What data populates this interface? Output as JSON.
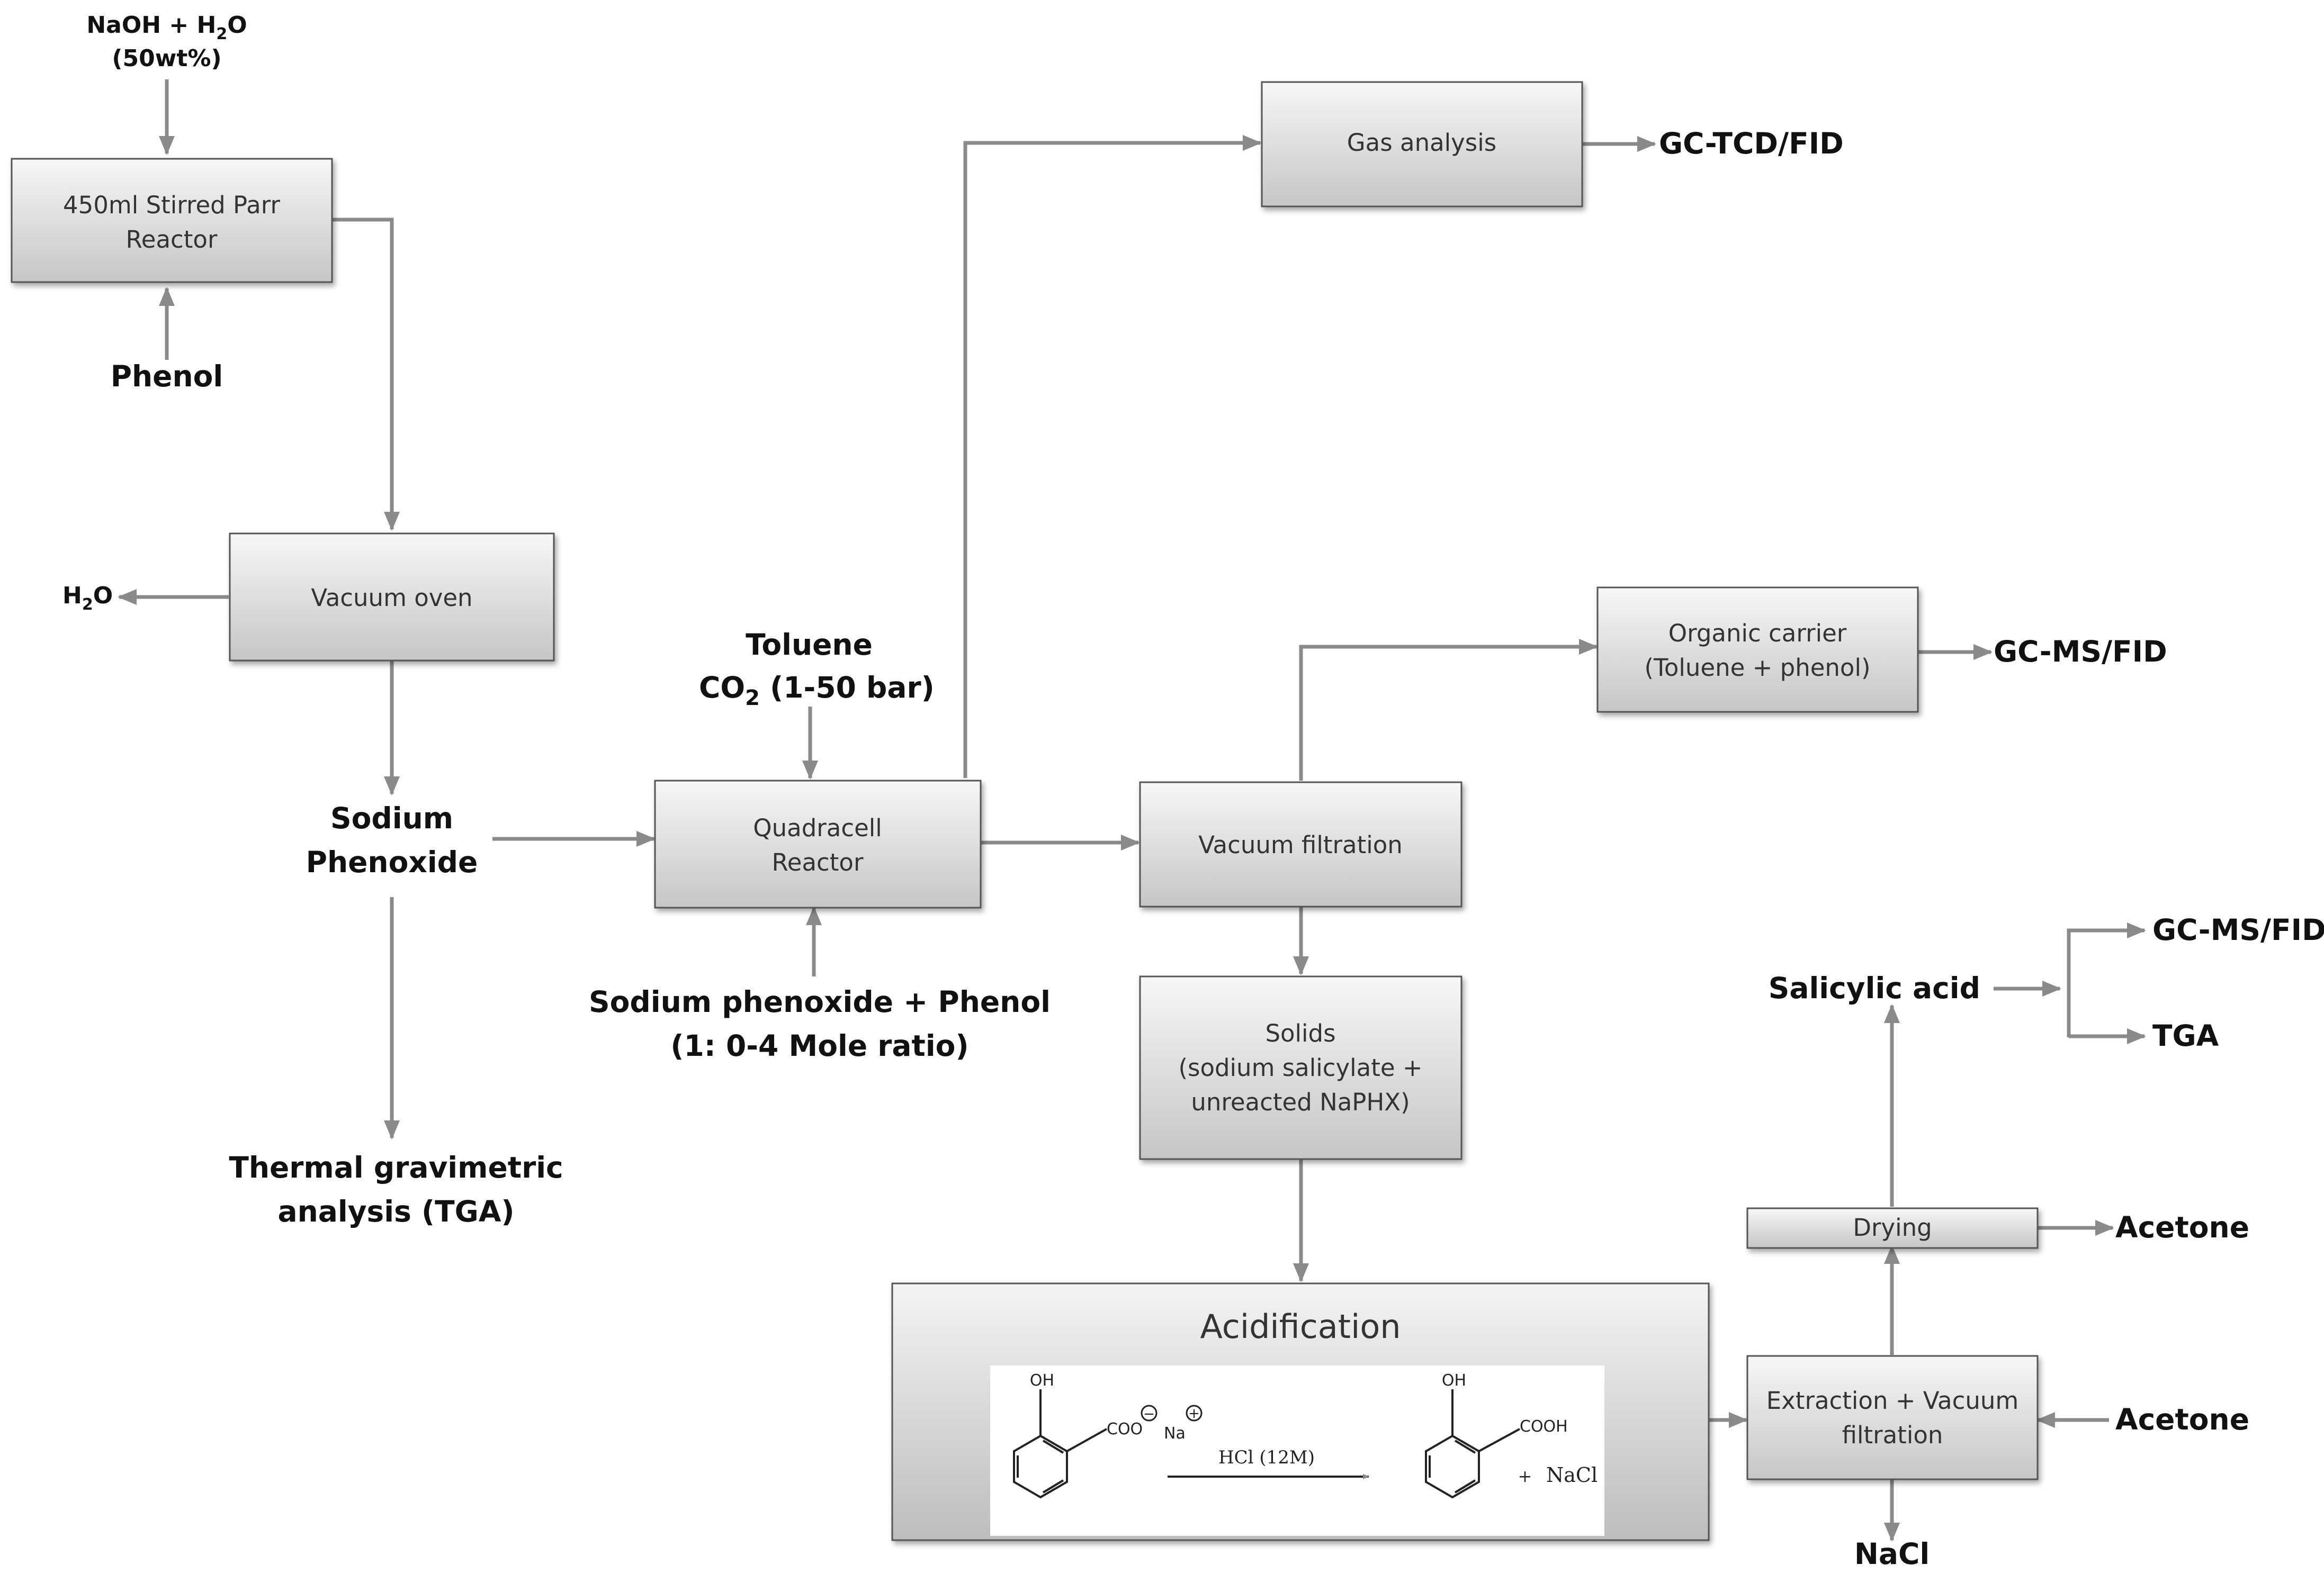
{
  "boxes": {
    "parr_reactor": [
      "450ml Stirred Parr",
      "Reactor"
    ],
    "vacuum_oven": [
      "Vacuum oven"
    ],
    "quadracell_reactor": [
      "Quadracell",
      "Reactor"
    ],
    "gas_analysis": [
      "Gas analysis"
    ],
    "vacuum_filtration": [
      "Vacuum filtration"
    ],
    "organic_carrier": [
      "Organic carrier",
      "(Toluene + phenol)"
    ],
    "solids": [
      "Solids",
      "(sodium salicylate +",
      "unreacted NaPHX)"
    ],
    "acidification": "Acidification",
    "drying": [
      "Drying"
    ],
    "extraction": [
      "Extraction + Vacuum",
      "filtration"
    ]
  },
  "labels": {
    "naoh_line1_pre": "NaOH + H",
    "naoh_line1_sub": "2",
    "naoh_line1_post": "O",
    "naoh_line2": "(50wt%)",
    "phenol": "Phenol",
    "h2o_pre": "H",
    "h2o_sub": "2",
    "h2o_post": "O",
    "sodium_phenoxide": [
      "Sodium",
      "Phenoxide"
    ],
    "tga_full": [
      "Thermal gravimetric",
      "analysis (TGA)"
    ],
    "toluene": "Toluene",
    "co2_pre": "CO",
    "co2_sub": "2",
    "co2_post": " (1-50 bar)",
    "feed": [
      "Sodium phenoxide + Phenol",
      "(1: 0-4 Mole ratio)"
    ],
    "gc_tcd": "GC-TCD/FID",
    "gc_ms_1": "GC-MS/FID",
    "gc_ms_2": "GC-MS/FID",
    "tga": "TGA",
    "salicylic_acid": "Salicylic acid",
    "acetone_drying": "Acetone",
    "acetone_extraction": "Acetone",
    "nacl": "NaCl"
  },
  "reaction": {
    "oh_left": "OH",
    "coo_left": "COO",
    "minus": "−",
    "na_left": "Na",
    "plus": "+",
    "reagent": "HCl (12M)",
    "oh_right": "OH",
    "cooh_right": "COOH",
    "plus_sign": "+",
    "nacl": "NaCl"
  },
  "colors": {
    "arrow": "#8a8a8a",
    "box_border": "#555555",
    "box_fill_top": "#f7f7f7",
    "box_fill_bottom": "#c6c6c6",
    "acid_fill_top": "#f4f4f4",
    "acid_fill_bottom": "#bdbdbd"
  }
}
